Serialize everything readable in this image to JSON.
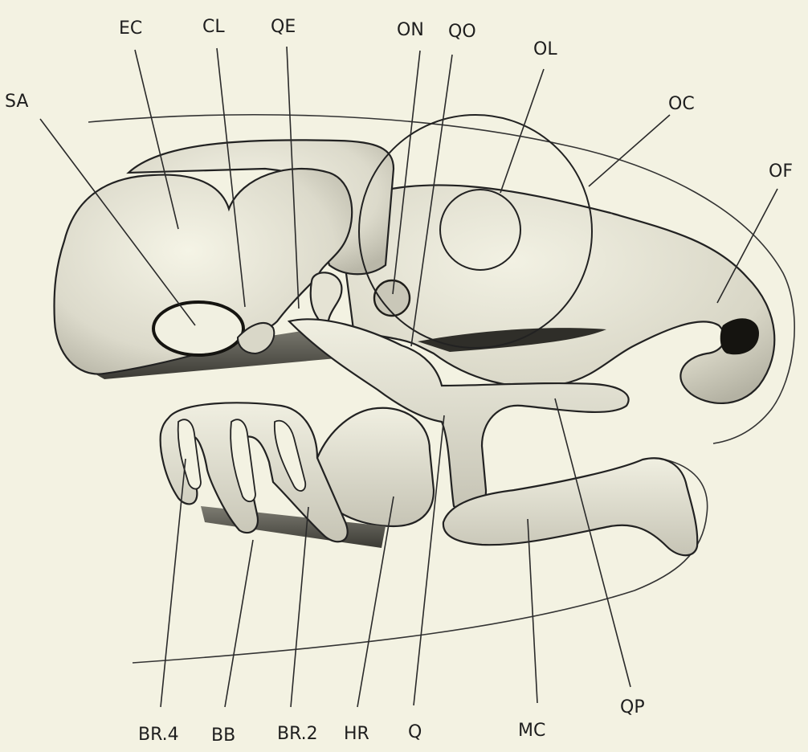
{
  "labels": {
    "sa": "SA",
    "ec": "EC",
    "cl": "CL",
    "qe": "QE",
    "on": "ON",
    "qo": "QO",
    "ol": "OL",
    "oc": "OC",
    "of": "OF",
    "br4": "BR.4",
    "bb": "BB",
    "br2": "BR.2",
    "hr": "HR",
    "q": "Q",
    "mc": "MC",
    "qp": "QP"
  }
}
